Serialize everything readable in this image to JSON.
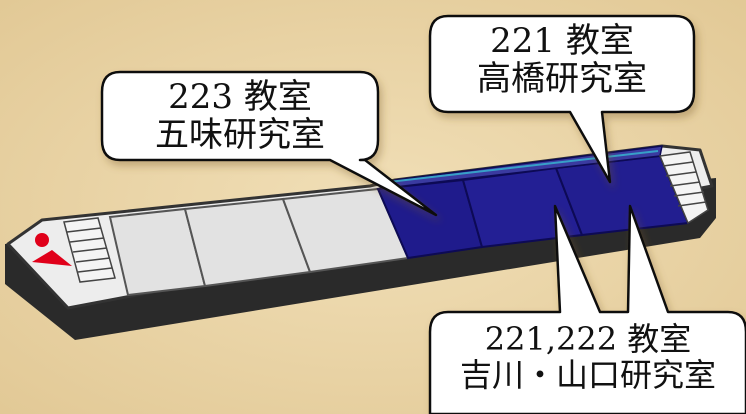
{
  "callouts": {
    "room223": {
      "line1": "223 教室",
      "line2": "五味研究室"
    },
    "room221": {
      "line1": "221 教室",
      "line2": "高橋研究室"
    },
    "room221_222": {
      "line1": "221,222 教室",
      "line2": "吉川・山口研究室"
    }
  },
  "colors": {
    "background": "#e9d4a6",
    "lab_highlight": "#1f1b8c",
    "room_fill": "#e4e4e4",
    "marker_red": "#e0001a"
  }
}
